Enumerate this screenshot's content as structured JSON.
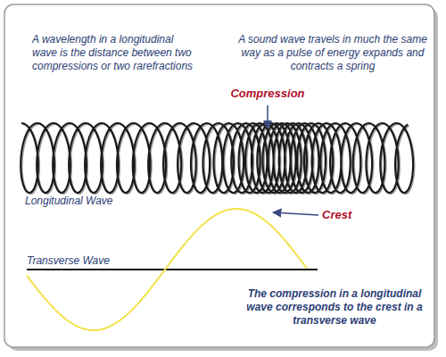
{
  "diagram": {
    "labels": [
      "A wavelength in a longitudinal wave is the distance between two compressions or two rarefractions",
      "A sound wave travels in much the same way as a pulse of energy expands and contracts a spring",
      "Compression",
      "Longitudinal Wave",
      "Crest",
      "Transverse Wave",
      "The compression in a longitudinal wave corresponds to the crest in a transverse wave"
    ]
  }
}
